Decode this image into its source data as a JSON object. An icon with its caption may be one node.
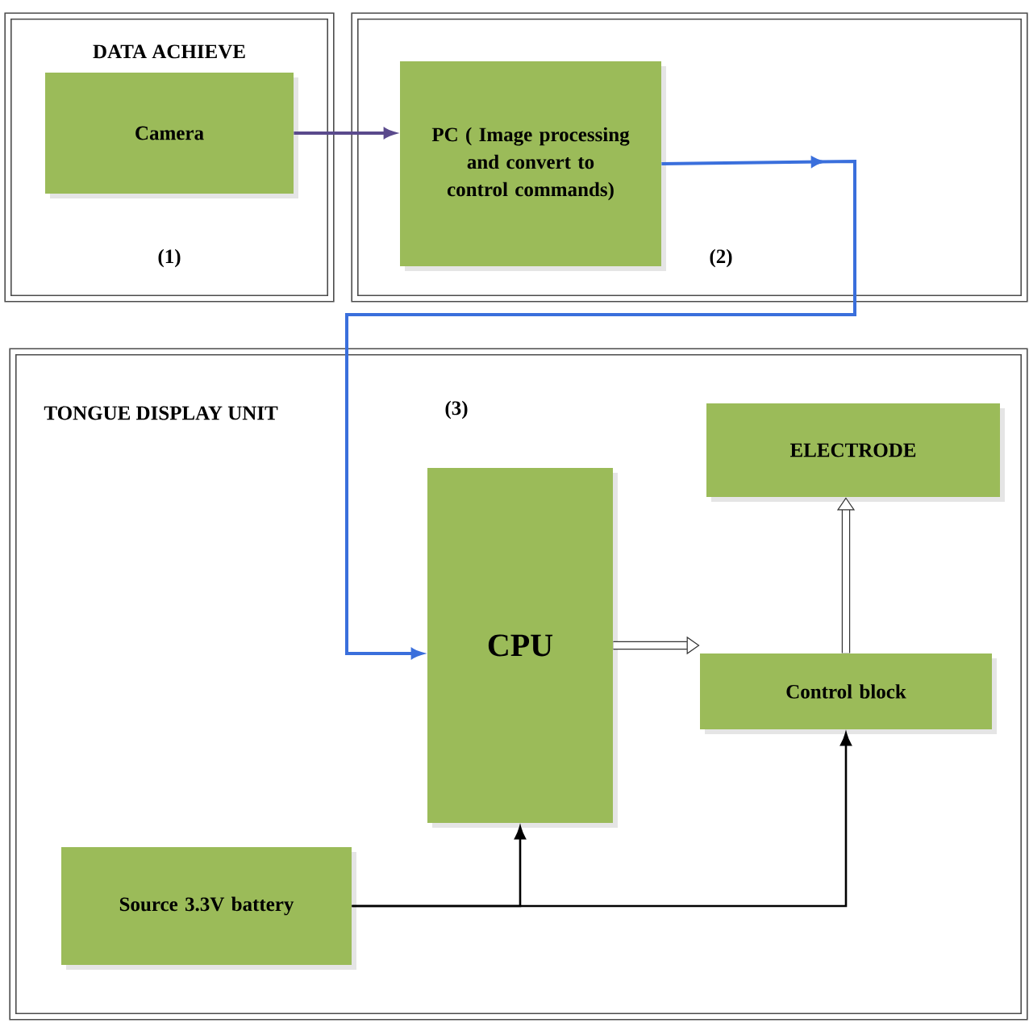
{
  "diagram": {
    "nodes": [
      {
        "text": [
          "DATA ACHIEVE",
          "(1)"
        ]
      },
      {
        "text": [
          "Camera"
        ],
        "in": 0
      },
      {
        "text": [
          "(2)"
        ]
      },
      {
        "text": [
          "PC ( Image processing and convert to control commands)"
        ],
        "in": 2
      },
      {
        "text": [
          "TONGUE DISPLAY UNIT",
          "(3)"
        ]
      },
      {
        "text": [
          "CPU"
        ],
        "in": 4
      },
      {
        "text": [
          "ELECTRODE"
        ],
        "in": 4
      },
      {
        "text": [
          "Control block"
        ],
        "in": 4
      },
      {
        "text": [
          "Source 3.3V battery"
        ],
        "in": 4
      }
    ],
    "edges": [
      {
        "from": 1,
        "to": 3,
        "arrow": "to",
        "color": "#5a4a8c"
      },
      {
        "from": 3,
        "to": 5,
        "arrow": "to",
        "color": "#3a6fdc"
      },
      {
        "from": 5,
        "to": 7,
        "arrow": "to",
        "style": "thick"
      },
      {
        "from": 7,
        "to": 6,
        "arrow": "to",
        "style": "thick"
      },
      {
        "from": 8,
        "to": 5,
        "arrow": "to"
      },
      {
        "from": 8,
        "to": 7,
        "arrow": "to"
      }
    ]
  }
}
